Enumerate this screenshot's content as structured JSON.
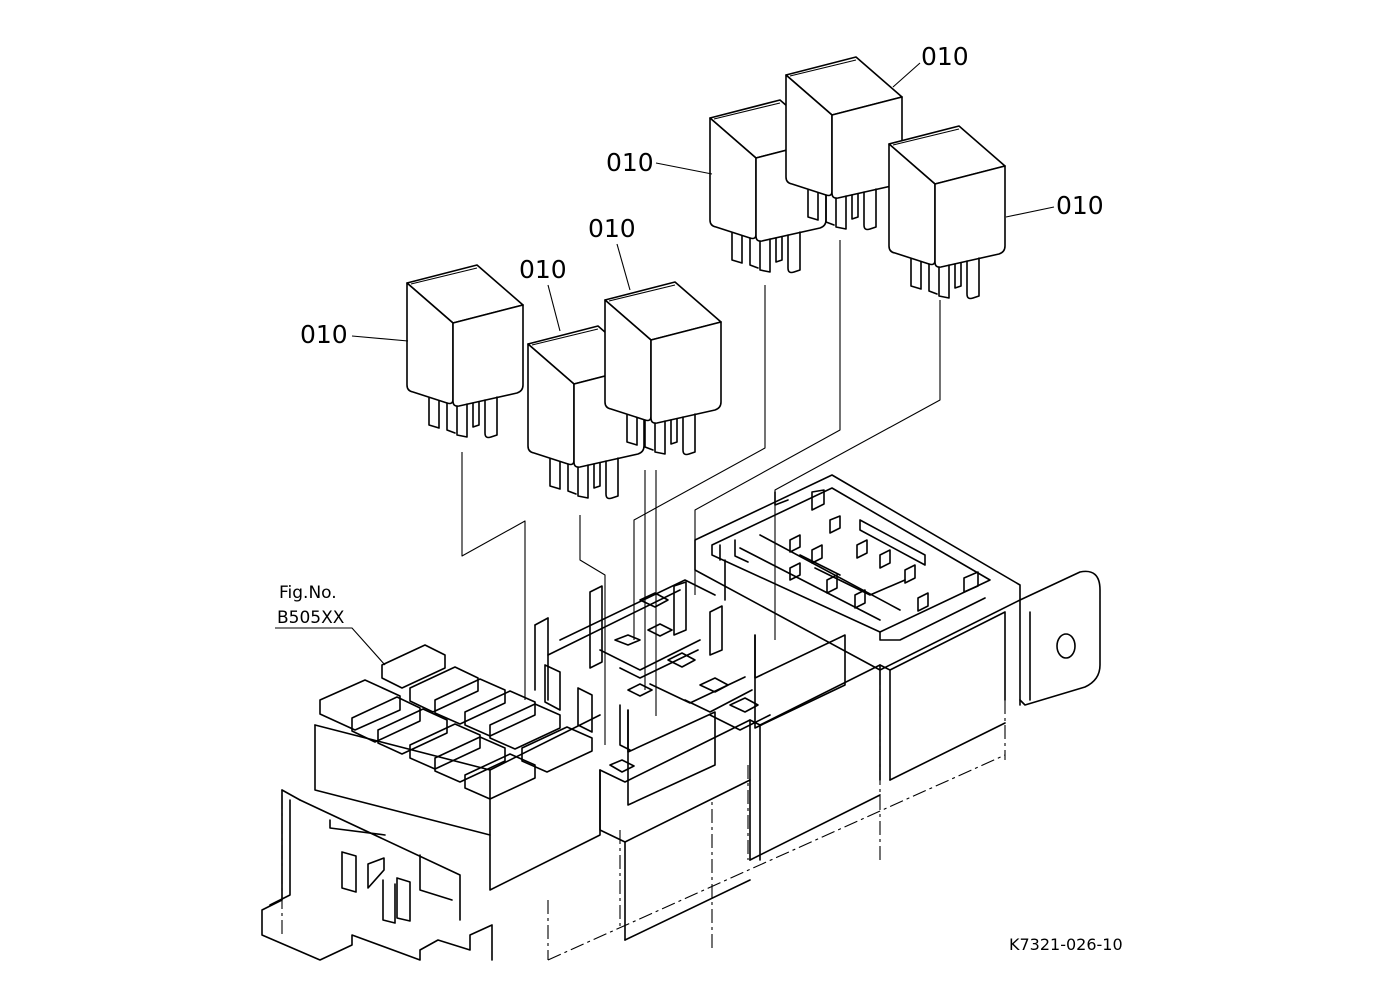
{
  "diagram": {
    "part_number": "010",
    "figure_reference": {
      "line1": "Fig.No.",
      "line2": "B505XX"
    },
    "drawing_code": "K7321-026-10"
  }
}
